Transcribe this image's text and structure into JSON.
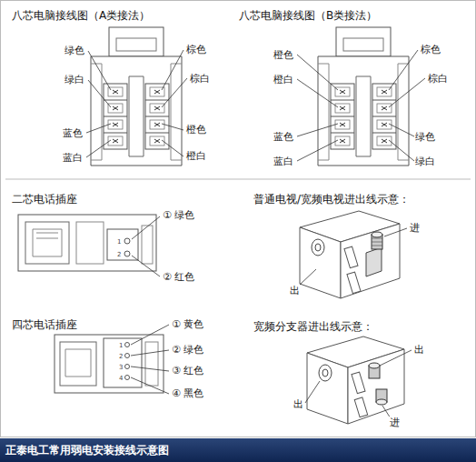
{
  "diagram": {
    "nodes": [
      {
        "text": [
          "正泰电工常用弱电安装接线示意图"
        ]
      }
    ],
    "edges": [],
    "labels": [
      "八芯电脑接线图（A类接法）",
      "绿色",
      "绿白",
      "蓝色",
      "蓝白",
      "棕色",
      "棕白",
      "橙色",
      "橙白",
      "八芯电脑接线图（B类接法）",
      "橙色",
      "橙白",
      "蓝色",
      "蓝白",
      "棕色",
      "棕白",
      "绿色",
      "绿白",
      "二芯电话插座",
      "1",
      "2",
      "① 绿色",
      "② 红色",
      "四芯电话插座",
      "1",
      "2",
      "3",
      "4",
      "① 黄色",
      "② 绿色",
      "③ 红色",
      "④ 黑色",
      "普通电视/宽频电视进出线示意：",
      "进",
      "出",
      "宽频分支器进出线示意：",
      "出",
      "出",
      "进"
    ]
  }
}
